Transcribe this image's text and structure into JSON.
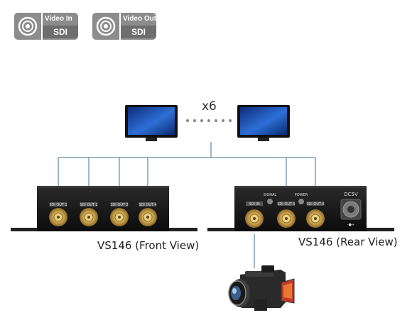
{
  "badges": [
    {
      "top": "Video In",
      "bottom": "SDI",
      "icon": "bnc-connector-icon"
    },
    {
      "top": "Video Out",
      "bottom": "SDI",
      "icon": "bnc-connector-icon"
    }
  ],
  "multiplier": "x6",
  "front_label": "VS146 (Front View)",
  "rear_label": "VS146 (Rear View)",
  "front_ports": [
    "SDI OUT 1",
    "SDI OUT 2",
    "SDI OUT 3",
    "SDI OUT 4"
  ],
  "rear_ports": {
    "in": "SDI IN",
    "out5": "SDI OUT 5",
    "out6": "SDI OUT 6"
  },
  "rear_indicators": {
    "signal": "SIGNAL",
    "power": "POWER"
  },
  "power_input": "DC5V",
  "colors": {
    "device": "#1a1a1a",
    "connector_gold": "#c8a24a",
    "line": "#6a9ab0",
    "badge": "#8c8c8c"
  }
}
